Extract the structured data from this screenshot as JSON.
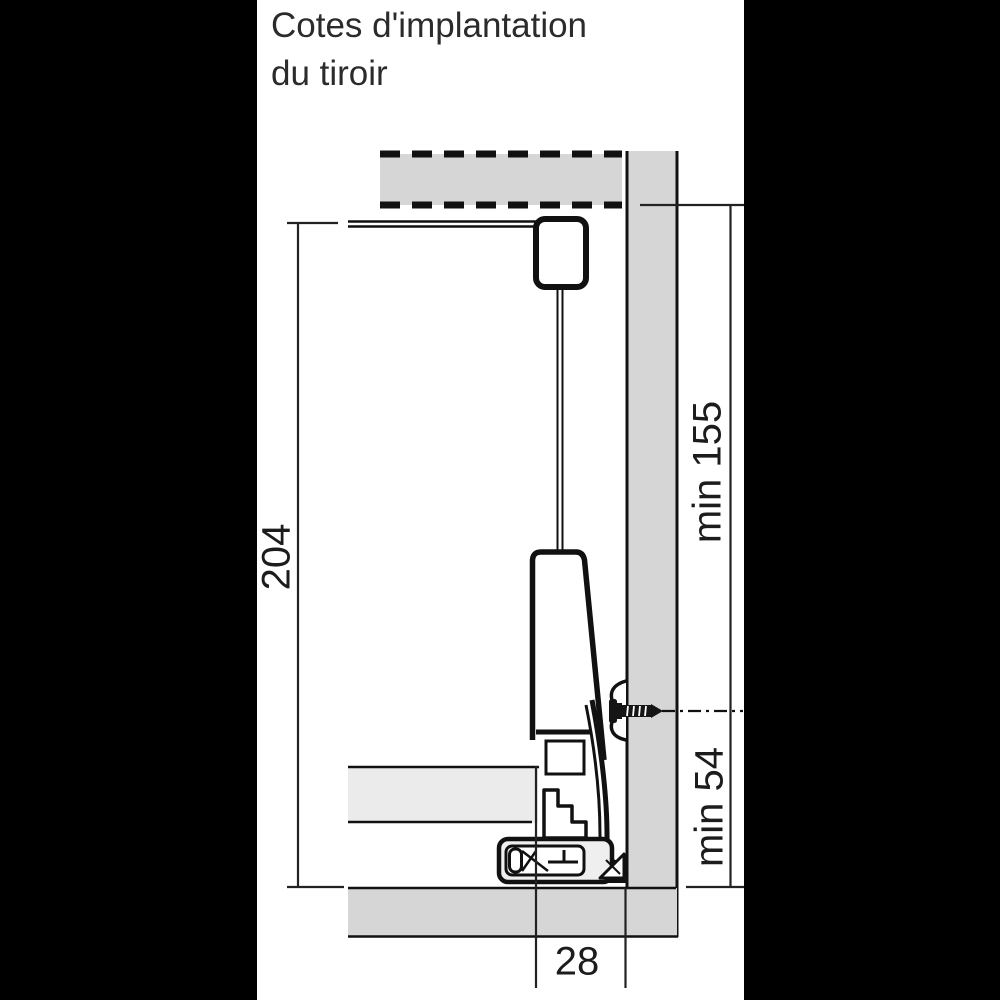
{
  "title": {
    "line1": "Cotes d'implantation",
    "line2": "du tiroir"
  },
  "dimensions": {
    "drawer_height": "204",
    "top_clearance": "min 155",
    "bottom_clearance": "min 54",
    "front_gap": "28"
  },
  "colors": {
    "panel_gray": "#d6d6d6",
    "drawer_bottom_gray": "#ebebeb",
    "line_black": "#1a1a1a",
    "background": "#ffffff",
    "side_bars": "#000000"
  }
}
